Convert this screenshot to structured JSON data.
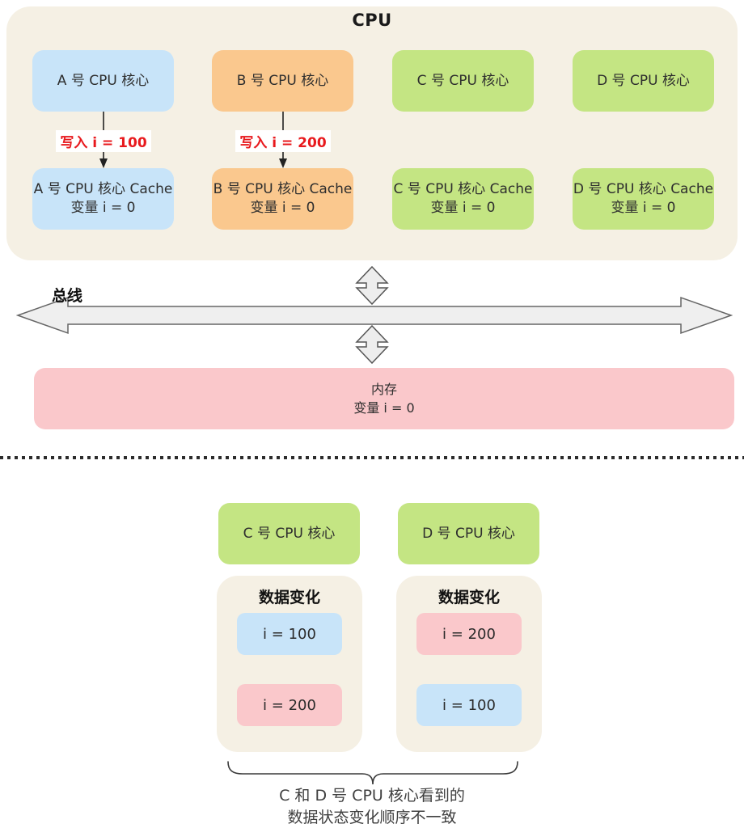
{
  "cpu_section": {
    "title": "CPU",
    "cores": [
      {
        "label": "A 号 CPU 核心",
        "cache_line1": "A 号 CPU 核心 Cache",
        "cache_line2": "变量 i = 0",
        "write_label": "写入 i = 100"
      },
      {
        "label": "B 号 CPU 核心",
        "cache_line1": "B 号 CPU 核心 Cache",
        "cache_line2": "变量 i = 0",
        "write_label": "写入 i = 200"
      },
      {
        "label": "C 号 CPU 核心",
        "cache_line1": "C 号 CPU 核心 Cache",
        "cache_line2": "变量 i = 0"
      },
      {
        "label": "D 号 CPU 核心",
        "cache_line1": "D 号 CPU 核心 Cache",
        "cache_line2": "变量 i = 0"
      }
    ]
  },
  "bus": {
    "label": "总线"
  },
  "memory": {
    "line1": "内存",
    "line2": "变量 i = 0"
  },
  "observation": {
    "panels": [
      {
        "core_label": "C 号 CPU 核心",
        "header": "数据变化",
        "values": [
          {
            "text": "i = 100",
            "color": "#C8E4F9"
          },
          {
            "text": "i = 200",
            "color": "#FAC8CB"
          }
        ]
      },
      {
        "core_label": "D 号 CPU 核心",
        "header": "数据变化",
        "values": [
          {
            "text": "i = 200",
            "color": "#FAC8CB"
          },
          {
            "text": "i = 100",
            "color": "#C8E4F9"
          }
        ]
      }
    ],
    "caption_line1": "C 和 D 号 CPU 核心看到的",
    "caption_line2": "数据状态变化顺序不一致"
  },
  "colors": {
    "container_bg": "#F5F0E4",
    "core_a_blue": "#C8E4F9",
    "core_b_orange": "#FAC88E",
    "core_cd_green": "#C4E583",
    "memory_pink": "#FAC8CB",
    "write_text_red": "#E8191D",
    "bus_arrow_fill": "#EFEFEF",
    "bus_arrow_stroke": "#666666"
  }
}
